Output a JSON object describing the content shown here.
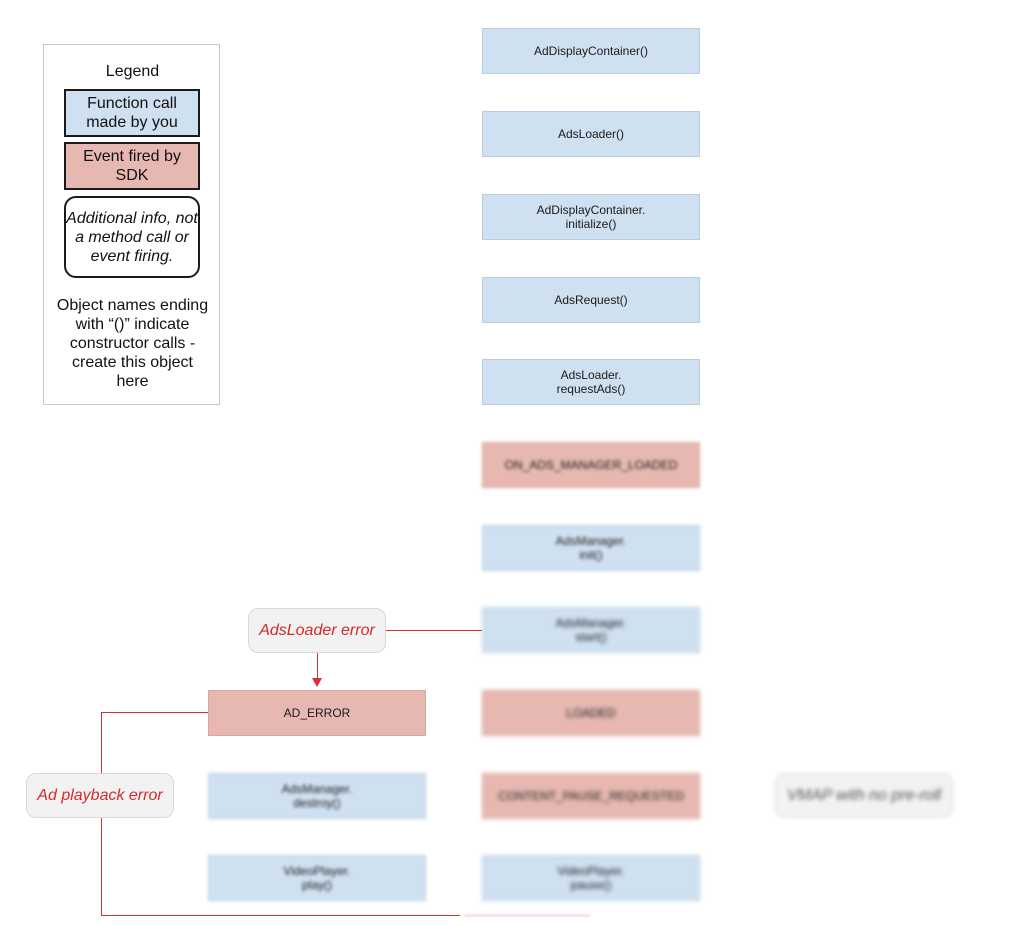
{
  "legend": {
    "title": "Legend",
    "function_call": "Function call made by you",
    "event_fired": "Event fired by SDK",
    "additional_info": "Additional info, not a method call or event firing.",
    "note": "Object names ending with “()” indicate constructor calls - create this object here"
  },
  "main_flow": [
    {
      "label": "AdDisplayContainer()",
      "kind": "function"
    },
    {
      "label": "AdsLoader()",
      "kind": "function"
    },
    {
      "label": "AdDisplayContainer.\ninitialize()",
      "kind": "function"
    },
    {
      "label": "AdsRequest()",
      "kind": "function"
    },
    {
      "label": "AdsLoader.\nrequestAds()",
      "kind": "function"
    },
    {
      "label": "ON_ADS_MANAGER_LOADED",
      "kind": "event"
    },
    {
      "label": "AdsManager.\ninit()",
      "kind": "function"
    },
    {
      "label": "AdsManager.\nstart()",
      "kind": "function"
    },
    {
      "label": "LOADED",
      "kind": "event"
    },
    {
      "label": "CONTENT_PAUSE_REQUESTED",
      "kind": "event"
    },
    {
      "label": "VideoPlayer.\npause()",
      "kind": "function"
    }
  ],
  "error_flow": [
    {
      "label": "AD_ERROR",
      "kind": "event"
    },
    {
      "label": "AdsManager.\ndestroy()",
      "kind": "function"
    },
    {
      "label": "VideoPlayer.\nplay()",
      "kind": "function"
    }
  ],
  "callouts": {
    "ads_loader_error": "AdsLoader error",
    "ad_playback_error": "Ad playback error",
    "vmap_no_preroll": "VMAP with no pre-roll"
  },
  "colors": {
    "function_fill": "#cfe0f1",
    "event_fill": "#e6b8b1",
    "error_line": "#d83030",
    "error_text": "#d42a2a"
  }
}
